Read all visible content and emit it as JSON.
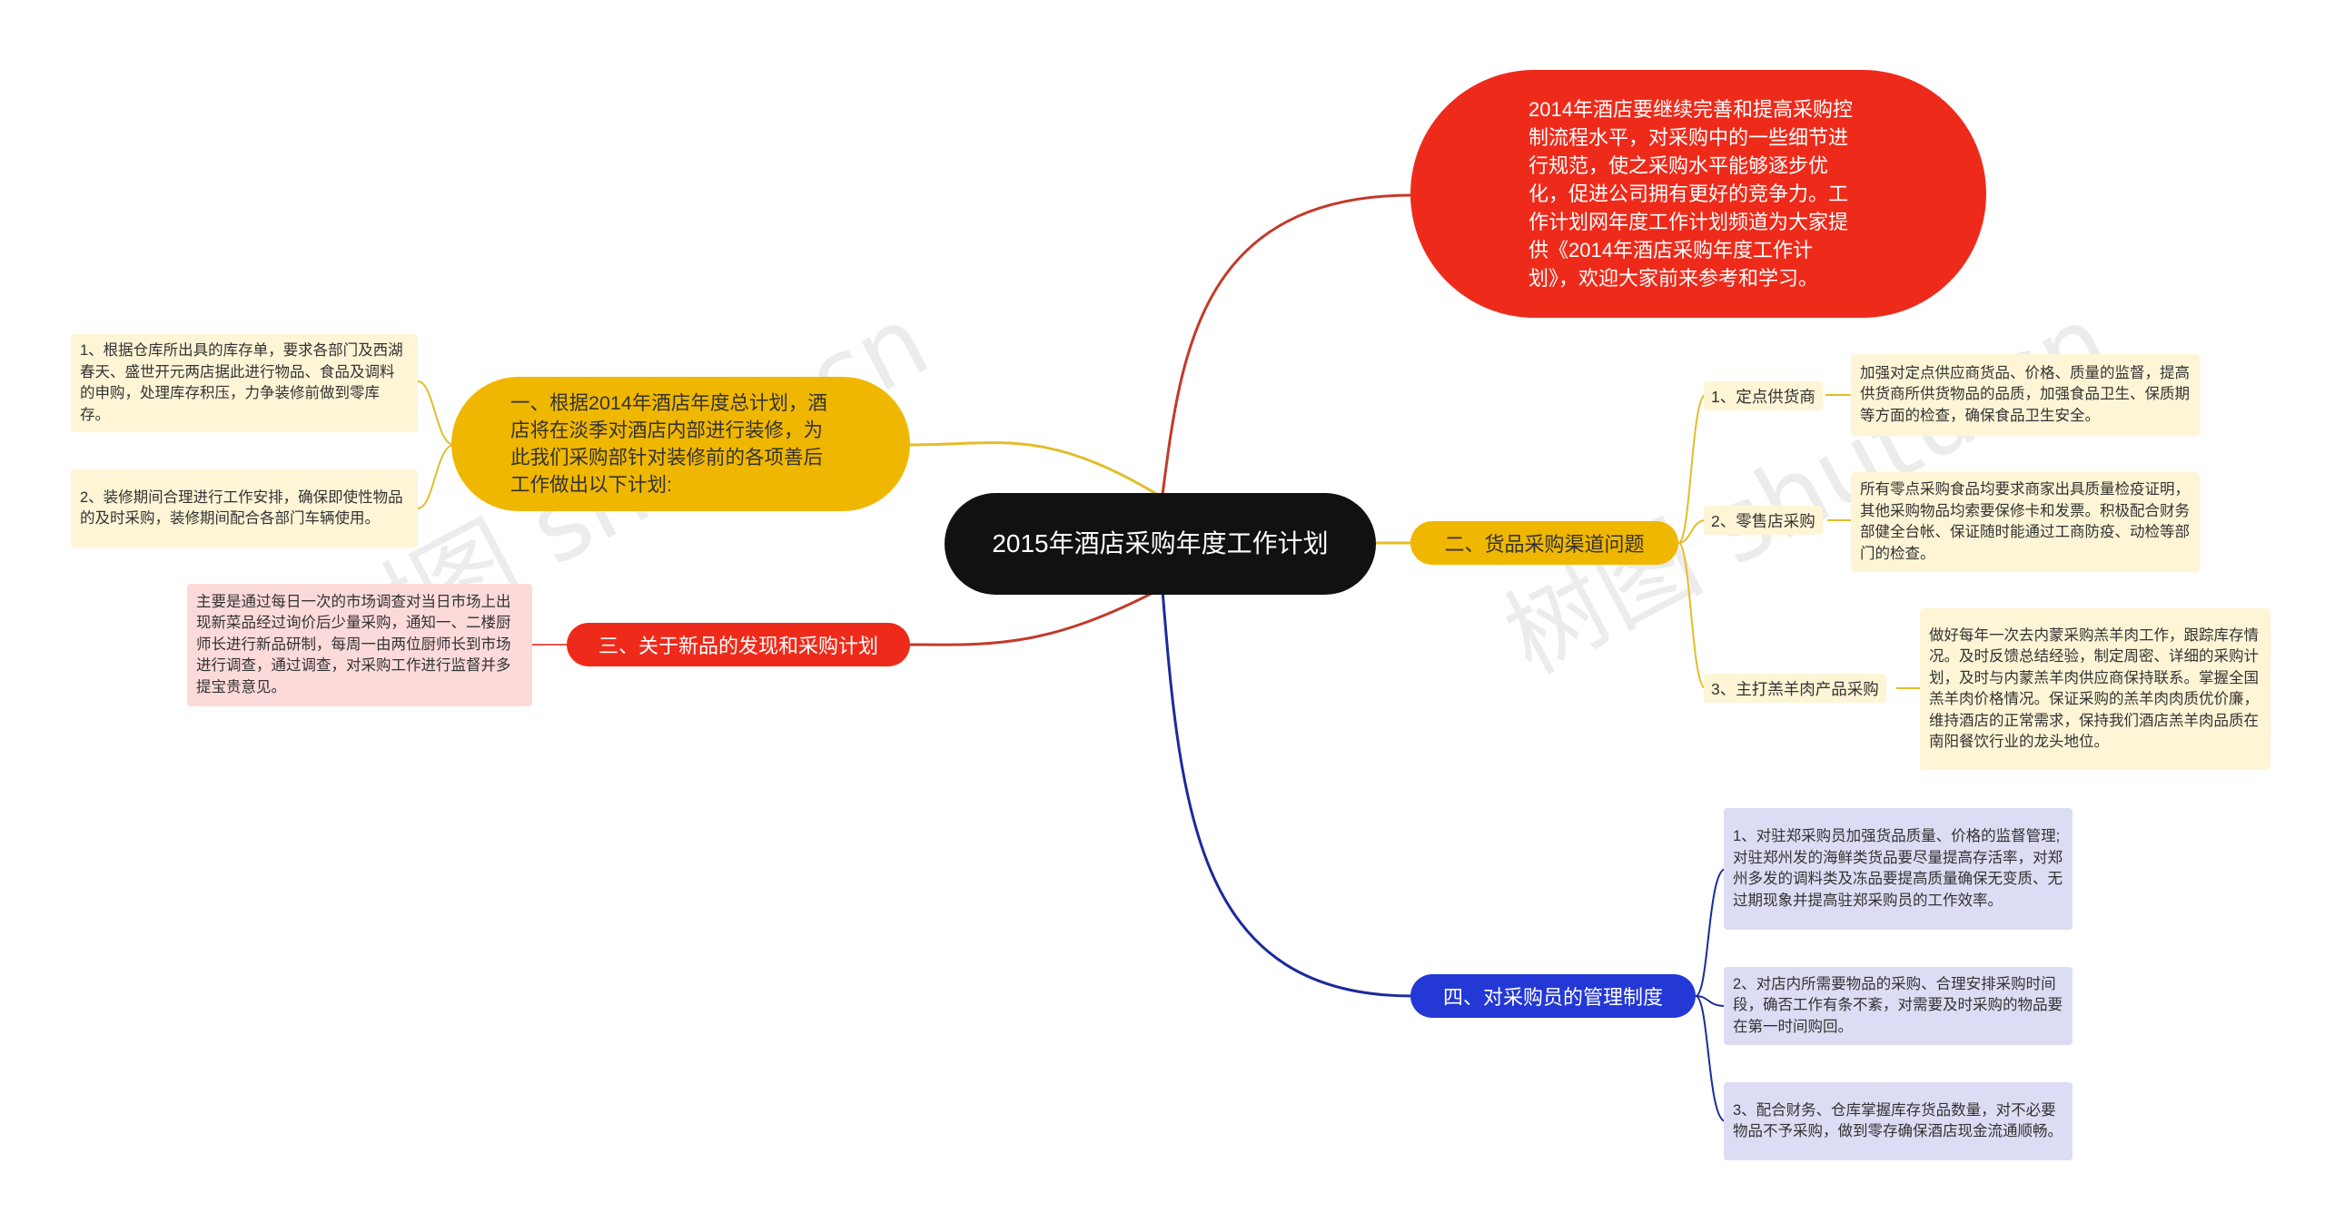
{
  "watermark": "树图 shutu.cn",
  "center": "2015年酒店采购年度工作计划",
  "intro": "2014年酒店要继续完善和提高采购控制流程水平，对采购中的一些细节进行规范，使之采购水平能够逐步优化，促进公司拥有更好的竞争力。工作计划网年度工作计划频道为大家提供《2014年酒店采购年度工作计划》，欢迎大家前来参考和学习。",
  "b1": {
    "title": "一、根据2014年酒店年度总计划，酒店将在淡季对酒店内部进行装修，为此我们采购部针对装修前的各项善后工作做出以下计划:",
    "items": [
      "1、根据仓库所出具的库存单，要求各部门及西湖春天、盛世开元两店据此进行物品、食品及调料的申购，处理库存积压，力争装修前做到零库存。",
      "2、装修期间合理进行工作安排，确保即使性物品的及时采购，装修期间配合各部门车辆使用。"
    ]
  },
  "b2": {
    "title": "二、货品采购渠道问题",
    "subs": [
      {
        "label": "1、定点供货商",
        "detail": "加强对定点供应商货品、价格、质量的监督，提高供货商所供货物品的品质，加强食品卫生、保质期等方面的检查，确保食品卫生安全。"
      },
      {
        "label": "2、零售店采购",
        "detail": "所有零点采购食品均要求商家出具质量检疫证明，其他采购物品均索要保修卡和发票。积极配合财务部健全台帐、保证随时能通过工商防疫、动检等部门的检查。"
      },
      {
        "label": "3、主打羔羊肉产品采购",
        "detail": "做好每年一次去内蒙采购羔羊肉工作，跟踪库存情况。及时反馈总结经验，制定周密、详细的采购计划，及时与内蒙羔羊肉供应商保持联系。掌握全国羔羊肉价格情况。保证采购的羔羊肉肉质优价廉，维持酒店的正常需求，保持我们酒店羔羊肉品质在南阳餐饮行业的龙头地位。"
      }
    ]
  },
  "b3": {
    "title": "三、关于新品的发现和采购计划",
    "detail": "主要是通过每日一次的市场调查对当日市场上出现新菜品经过询价后少量采购，通知一、二楼厨师长进行新品研制，每周一由两位厨师长到市场进行调查，通过调查，对采购工作进行监督并多提宝贵意见。"
  },
  "b4": {
    "title": "四、对采购员的管理制度",
    "items": [
      "1、对驻郑采购员加强货品质量、价格的监督管理;对驻郑州发的海鲜类货品要尽量提高存活率，对郑州多发的调料类及冻品要提高质量确保无变质、无过期现象并提高驻郑采购员的工作效率。",
      "2、对店内所需要物品的采购、合理安排采购时间段，确否工作有条不紊，对需要及时采购的物品要在第一时间购回。",
      "3、配合财务、仓库掌握库存货品数量，对不必要物品不予采购，做到零存确保酒店现金流通顺畅。"
    ]
  },
  "colors": {
    "center": "#111111",
    "red": "#ee2b1b",
    "yellow": "#f0b700",
    "blue": "#2438d6",
    "navy": "#1c2a9c",
    "gold": "#e3bd2a"
  }
}
